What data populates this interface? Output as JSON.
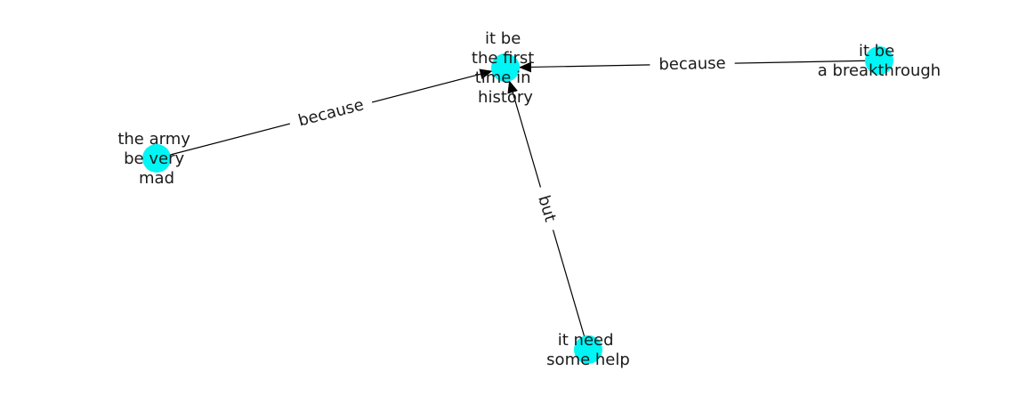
{
  "graph": {
    "node_color": "#00f5f5",
    "edge_color": "#000000",
    "nodes": [
      {
        "id": "n1",
        "lines": [
          "it be",
          "the first",
          "time in",
          "history"
        ]
      },
      {
        "id": "n2",
        "lines": [
          "it be",
          "a breakthrough"
        ]
      },
      {
        "id": "n3",
        "lines": [
          "the army",
          "be very",
          "mad"
        ]
      },
      {
        "id": "n4",
        "lines": [
          "it need",
          "some help"
        ]
      }
    ],
    "edges": [
      {
        "id": "e1",
        "source": "n2",
        "target": "n1",
        "label": "because"
      },
      {
        "id": "e2",
        "source": "n3",
        "target": "n1",
        "label": "because"
      },
      {
        "id": "e3",
        "source": "n4",
        "target": "n1",
        "label": "but"
      }
    ]
  }
}
